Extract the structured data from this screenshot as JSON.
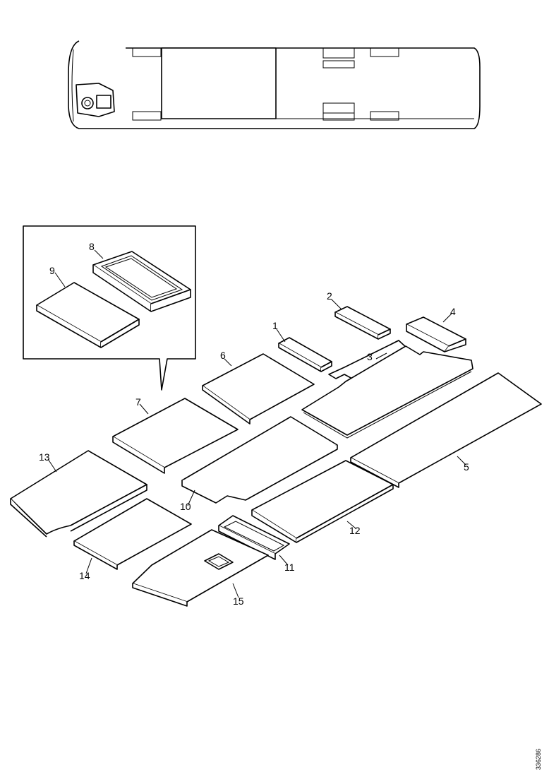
{
  "diagram": {
    "labels": {
      "p1": "1",
      "p2": "2",
      "p3": "3",
      "p4": "4",
      "p5": "5",
      "p6": "6",
      "p7": "7",
      "p8": "8",
      "p9": "9",
      "p10": "10",
      "p11": "11",
      "p12": "12",
      "p13": "13",
      "p14": "14",
      "p15": "15"
    },
    "document_id": "336286"
  }
}
